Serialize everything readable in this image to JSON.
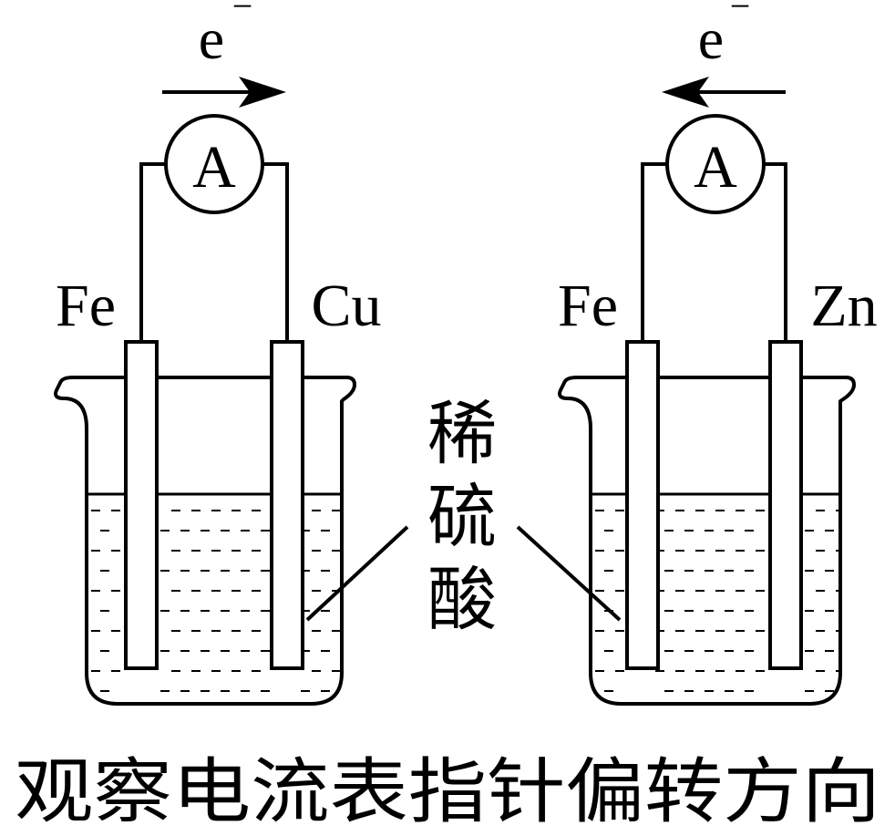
{
  "left_cell": {
    "electron_label": "e",
    "electron_charge": "−",
    "electron_direction": "right",
    "ammeter_label": "A",
    "left_electrode": "Fe",
    "right_electrode": "Cu"
  },
  "right_cell": {
    "electron_label": "e",
    "electron_charge": "−",
    "electron_direction": "left",
    "ammeter_label": "A",
    "left_electrode": "Fe",
    "right_electrode": "Zn"
  },
  "electrolyte_label_lines": [
    "稀",
    "硫",
    "酸"
  ],
  "caption": "观察电流表指针偏转方向"
}
